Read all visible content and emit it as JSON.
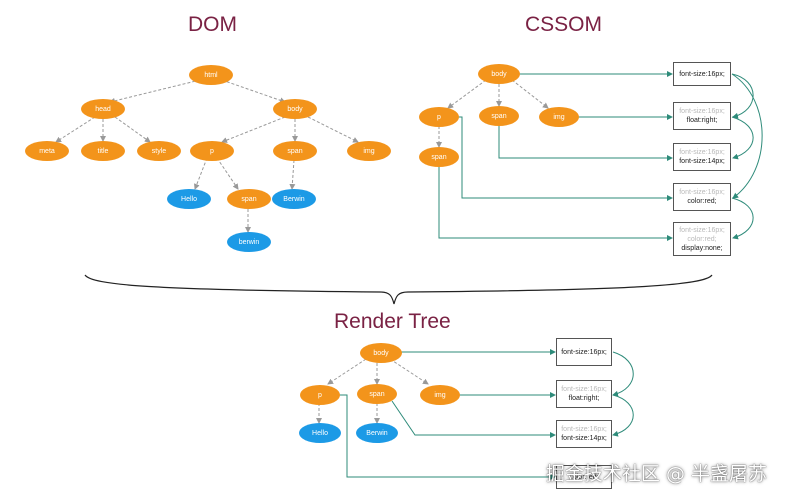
{
  "titles": {
    "dom": "DOM",
    "cssom": "CSSOM",
    "render_tree": "Render Tree"
  },
  "dom_nodes": {
    "html": "html",
    "head": "head",
    "body": "body",
    "meta": "meta",
    "title": "title",
    "style": "style",
    "p": "p",
    "span1": "span",
    "img": "img",
    "hello": "Hello",
    "span2": "span",
    "berwin1": "Berwin",
    "berwin2": "berwin"
  },
  "cssom_nodes": {
    "body": "body",
    "p": "p",
    "span1": "span",
    "img": "img",
    "span2": "span"
  },
  "cssom_styles": {
    "s1": {
      "l1": "font-size:16px;"
    },
    "s2": {
      "l1": "font-size:16px;",
      "l2": "float:right;"
    },
    "s3": {
      "l1": "font-size:16px;",
      "l2": "font-size:14px;"
    },
    "s4": {
      "l1": "font-size:16px;",
      "l2": "color:red;"
    },
    "s5": {
      "l1": "font-size:16px;",
      "l2": "color:red;",
      "l3": "display:none;"
    }
  },
  "render_nodes": {
    "body": "body",
    "p": "p",
    "span": "span",
    "img": "img",
    "hello": "Hello",
    "berwin": "Berwin"
  },
  "render_styles": {
    "s1": {
      "l1": "font-size:16px;"
    },
    "s2": {
      "l1": "font-size:16px;",
      "l2": "float:right;"
    },
    "s3": {
      "l1": "font-size:16px;",
      "l2": "font-size:14px;"
    },
    "s4": {
      "l1": "color:red;"
    }
  },
  "watermark": "掘金技术社区 @ 半盏屠苏",
  "colors": {
    "title": "#7a2244",
    "node_orange": "#f3941b",
    "node_blue": "#1c9ae6",
    "dom_edge": "#888888",
    "cssom_edge": "#2e8b7a"
  }
}
